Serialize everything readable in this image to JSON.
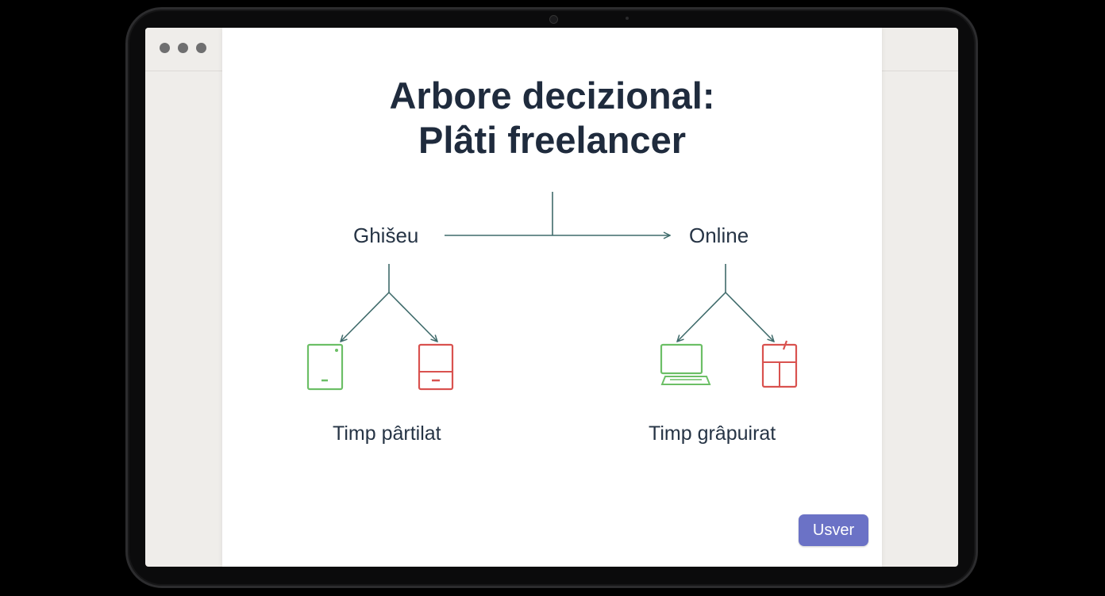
{
  "document": {
    "title_line1": "Arbore decizional:",
    "title_line2": "Plâti freelancer"
  },
  "diagram": {
    "left_branch": "Ghišeu",
    "right_branch": "Online",
    "left_result": "Timp pârtilat",
    "right_result": "Timp grâpuirat"
  },
  "icons": {
    "left_good": "tablet-icon",
    "left_bad": "device-icon",
    "right_good": "laptop-icon",
    "right_bad": "card-icon"
  },
  "colors": {
    "good": "#6cbf66",
    "bad": "#d9524f",
    "line": "#3f6b6b",
    "button": "#6b72c6"
  },
  "footer": {
    "button_label": "Usver"
  }
}
